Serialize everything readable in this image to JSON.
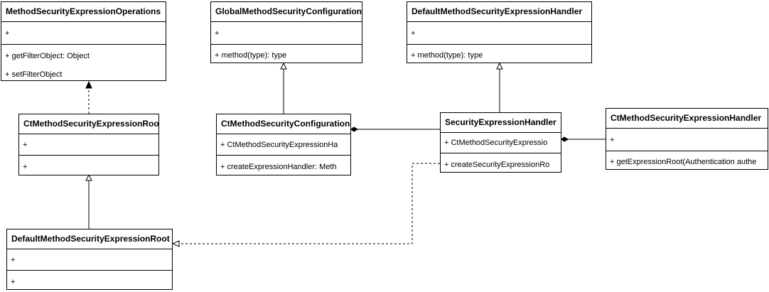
{
  "classes": {
    "mseo": {
      "name": "MethodSecurityExpressionOperations",
      "attributes": [
        "+"
      ],
      "operations": [
        "+ getFilterObject: Object",
        "+ setFilterObject"
      ]
    },
    "gmsc": {
      "name": "GlobalMethodSecurityConfiguration",
      "attributes": [
        "+"
      ],
      "operations": [
        "+ method(type): type"
      ]
    },
    "dmseh": {
      "name": "DefaultMethodSecurityExpressionHandler",
      "attributes": [
        "+"
      ],
      "operations": [
        "+ method(type): type"
      ]
    },
    "cmser": {
      "name": "CtMethodSecurityExpressionRoot",
      "attributes": [
        "+"
      ],
      "operations": [
        "+"
      ]
    },
    "cmsc": {
      "name": "CtMethodSecurityConfiguration",
      "attributes": [
        "+ CtMethodSecurityExpressionHa"
      ],
      "operations": [
        "+ createExpressionHandler: Meth"
      ]
    },
    "seh": {
      "name": "SecurityExpressionHandler",
      "attributes": [
        "+ CtMethodSecurityExpressio"
      ],
      "operations": [
        "+ createSecurityExpressionRo"
      ]
    },
    "cmseh": {
      "name": "CtMethodSecurityExpressionHandler",
      "attributes": [
        "+"
      ],
      "operations": [
        "+ getExpressionRoot(Authentication authe"
      ]
    },
    "dmser": {
      "name": "DefaultMethodSecurityExpressionRoot",
      "attributes": [
        "+"
      ],
      "operations": [
        "+"
      ]
    }
  },
  "relations": [
    {
      "from": "cmser",
      "to": "mseo",
      "kind": "realization"
    },
    {
      "from": "cmsc",
      "to": "gmsc",
      "kind": "generalization"
    },
    {
      "from": "seh",
      "to": "dmseh",
      "kind": "generalization"
    },
    {
      "from": "dmser",
      "to": "cmser",
      "kind": "generalization"
    },
    {
      "from": "seh",
      "to": "cmsc",
      "kind": "composition"
    },
    {
      "from": "cmseh",
      "to": "seh",
      "kind": "composition"
    },
    {
      "from": "seh",
      "to": "dmser",
      "kind": "dependency"
    }
  ]
}
